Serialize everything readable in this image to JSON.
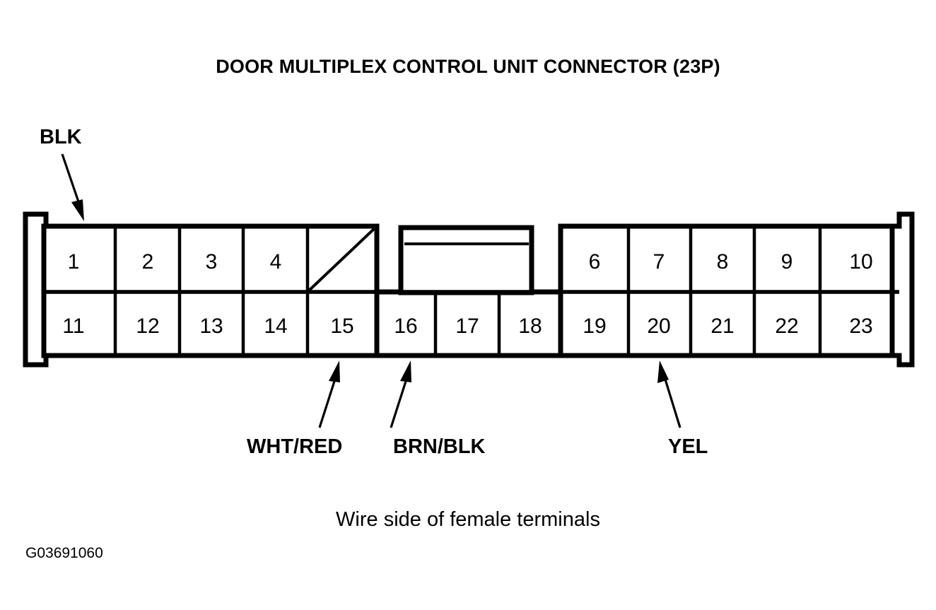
{
  "figure": {
    "title": "DOOR MULTIPLEX CONTROL UNIT CONNECTOR (23P)",
    "caption": "Wire side of female terminals",
    "id_code": "G03691060",
    "ink_color": "#000000",
    "background_color": "#ffffff",
    "total_pins": 23
  },
  "connector": {
    "top_row": {
      "cells": [
        {
          "label": "1",
          "blank": false
        },
        {
          "label": "2",
          "blank": false
        },
        {
          "label": "3",
          "blank": false
        },
        {
          "label": "4",
          "blank": false
        },
        {
          "label": "",
          "blank": true
        },
        {
          "label": "6",
          "blank": false
        },
        {
          "label": "7",
          "blank": false
        },
        {
          "label": "8",
          "blank": false
        },
        {
          "label": "9",
          "blank": false
        },
        {
          "label": "10",
          "blank": false
        }
      ]
    },
    "bottom_row": {
      "cells": [
        {
          "label": "11",
          "blank": false
        },
        {
          "label": "12",
          "blank": false
        },
        {
          "label": "13",
          "blank": false
        },
        {
          "label": "14",
          "blank": false
        },
        {
          "label": "15",
          "blank": false
        },
        {
          "label": "16",
          "blank": false
        },
        {
          "label": "17",
          "blank": false
        },
        {
          "label": "18",
          "blank": false
        },
        {
          "label": "19",
          "blank": false
        },
        {
          "label": "20",
          "blank": false
        },
        {
          "label": "21",
          "blank": false
        },
        {
          "label": "22",
          "blank": false
        },
        {
          "label": "23",
          "blank": false
        }
      ]
    },
    "keyway": {
      "present": true,
      "description": "raised keyway tab above cells 16-18"
    }
  },
  "callouts": [
    {
      "label": "BLK",
      "points_to_pin": "1",
      "position": "top-left"
    },
    {
      "label": "WHT/RED",
      "points_to_pin": "15",
      "position": "bottom"
    },
    {
      "label": "BRN/BLK",
      "points_to_pin": "16",
      "position": "bottom"
    },
    {
      "label": "YEL",
      "points_to_pin": "20",
      "position": "bottom"
    }
  ]
}
